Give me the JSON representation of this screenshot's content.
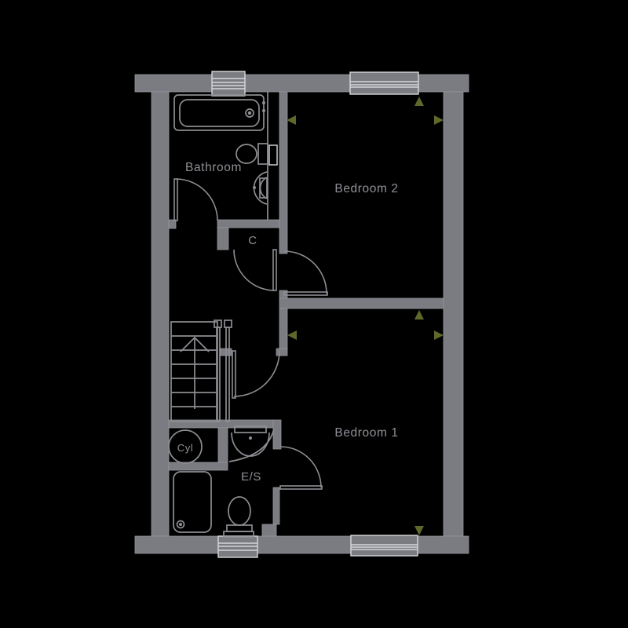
{
  "colors": {
    "background": "#000000",
    "wall": "#7b7c82",
    "wall_seam": "#93949a",
    "fixture_line": "#8d8e93",
    "window_outline": "#d6d7d9",
    "label_text": "#8f9096",
    "marker": "#60672a"
  },
  "floor_plan": {
    "rooms": [
      {
        "id": "bathroom",
        "label": "Bathroom"
      },
      {
        "id": "bedroom2",
        "label": "Bedroom 2"
      },
      {
        "id": "closet",
        "label": "C"
      },
      {
        "id": "bedroom1",
        "label": "Bedroom 1"
      },
      {
        "id": "ensuite",
        "label": "E/S"
      },
      {
        "id": "cylinder",
        "label": "Cyl"
      }
    ],
    "fixtures": [
      "bath",
      "toilet",
      "basin",
      "shower-tray",
      "hot-water-cylinder",
      "staircase"
    ],
    "windows": [
      "bedroom-2-window-top",
      "bedroom-1-window-bottom"
    ],
    "markers": [
      {
        "direction": "left",
        "near": "bathroom-bedroom2-wall"
      },
      {
        "direction": "up",
        "near": "bedroom2-window"
      },
      {
        "direction": "right",
        "near": "bedroom2-right-wall"
      },
      {
        "direction": "left",
        "near": "bedroom1-entry-wall"
      },
      {
        "direction": "up",
        "near": "bedroom-divider-wall"
      },
      {
        "direction": "right",
        "near": "bedroom1-right-wall"
      },
      {
        "direction": "down",
        "near": "bedroom1-window"
      }
    ]
  }
}
